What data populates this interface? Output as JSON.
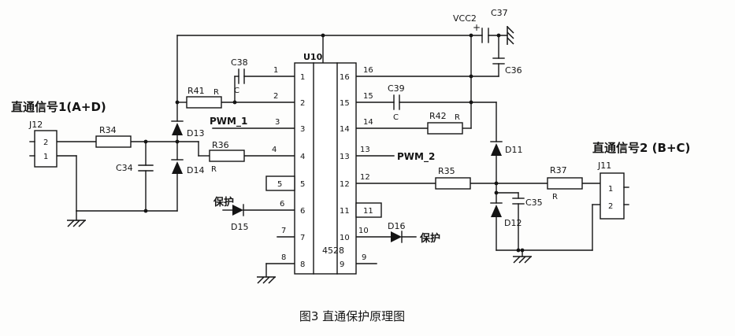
{
  "figure": {
    "caption": "图3  直通保护原理图"
  },
  "labels": {
    "signal1": "直通信号1(A+D)",
    "signal2": "直通信号2 (B+C)",
    "pwm1": "PWM_1",
    "pwm2": "PWM_2",
    "vcc": "VCC2",
    "protect_left": "保护",
    "protect_right": "保护"
  },
  "ic": {
    "name": "U10",
    "part": "4528",
    "left_pins_outer": [
      "1",
      "2",
      "3",
      "4",
      "5",
      "6",
      "7",
      "8"
    ],
    "right_pins_outer": [
      "16",
      "15",
      "14",
      "13",
      "12",
      "11",
      "10",
      "9"
    ],
    "left_pins_inner": [
      "1",
      "2",
      "3",
      "4",
      "5",
      "6",
      "7",
      "8"
    ],
    "right_pins_inner": [
      "16",
      "15",
      "14",
      "13",
      "12",
      "11",
      "10",
      "9"
    ]
  },
  "connectors": {
    "j12": {
      "name": "J12",
      "pins": [
        "2",
        "1"
      ]
    },
    "j11": {
      "name": "J11",
      "pins": [
        "1",
        "2"
      ]
    }
  },
  "components": {
    "r34": "R34",
    "r36": "R36",
    "r41": "R41",
    "r42": "R42",
    "r35": "R35",
    "r37": "R37",
    "r_suffix": "R",
    "c34": "C34",
    "c38": "C38",
    "c39": "C39",
    "c35": "C35",
    "c36": "C36",
    "c37": "C37",
    "c_suffix": "C",
    "d11": "D11",
    "d12": "D12",
    "d13": "D13",
    "d14": "D14",
    "d15": "D15",
    "d16": "D16",
    "plus": "+"
  },
  "colors": {
    "ink": "#141414",
    "background": "#fdfdfc"
  }
}
